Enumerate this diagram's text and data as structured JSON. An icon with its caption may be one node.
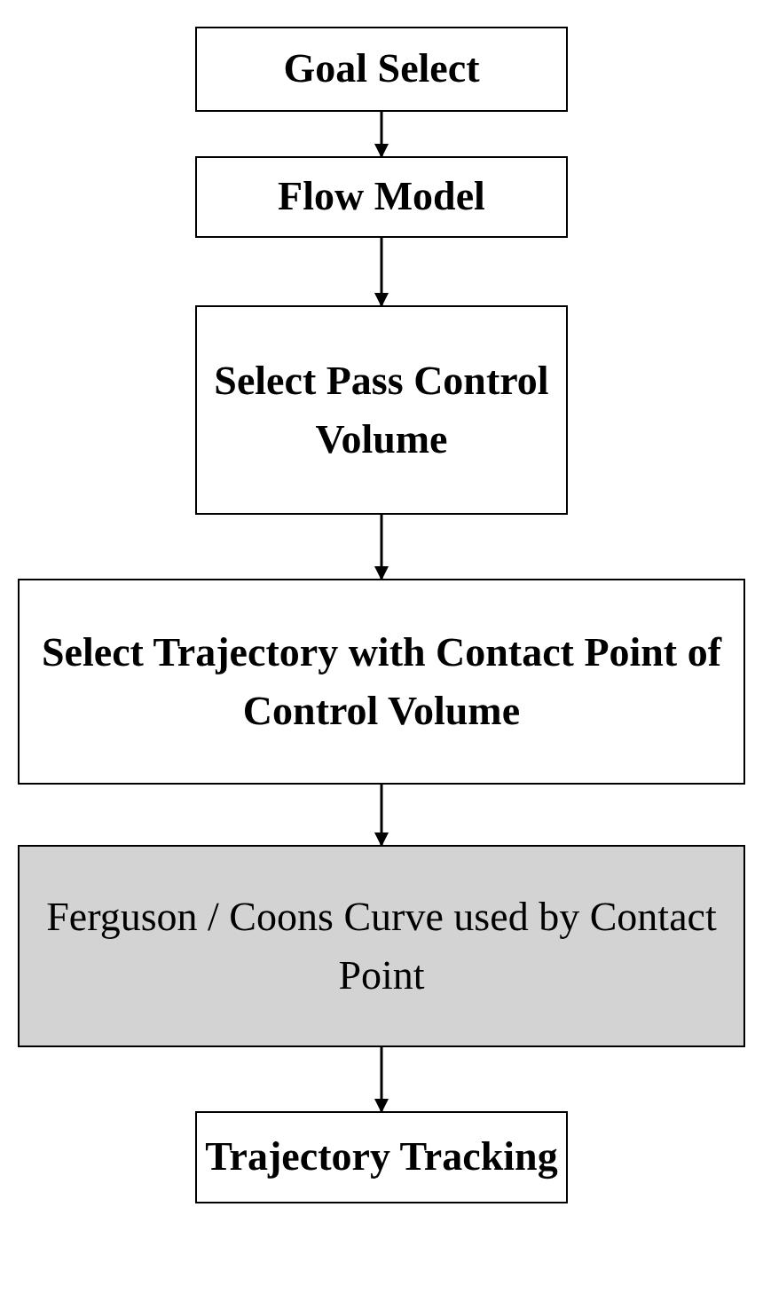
{
  "diagram": {
    "nodes": [
      {
        "text": [
          "Goal Select"
        ]
      },
      {
        "text": [
          "Flow Model"
        ]
      },
      {
        "text": [
          "Select Pass Control Volume"
        ]
      },
      {
        "text": [
          "Select Trajectory with Contact Point of Control Volume"
        ]
      },
      {
        "text": [
          "Ferguson / Coons Curve used by Contact Point"
        ]
      },
      {
        "text": [
          "Trajectory Tracking"
        ]
      }
    ],
    "edges": [
      {
        "from": 0,
        "to": 1,
        "arrow": "to"
      },
      {
        "from": 1,
        "to": 2,
        "arrow": "to"
      },
      {
        "from": 2,
        "to": 3,
        "arrow": "to"
      },
      {
        "from": 3,
        "to": 4,
        "arrow": "to"
      },
      {
        "from": 4,
        "to": 5,
        "arrow": "to"
      }
    ]
  }
}
